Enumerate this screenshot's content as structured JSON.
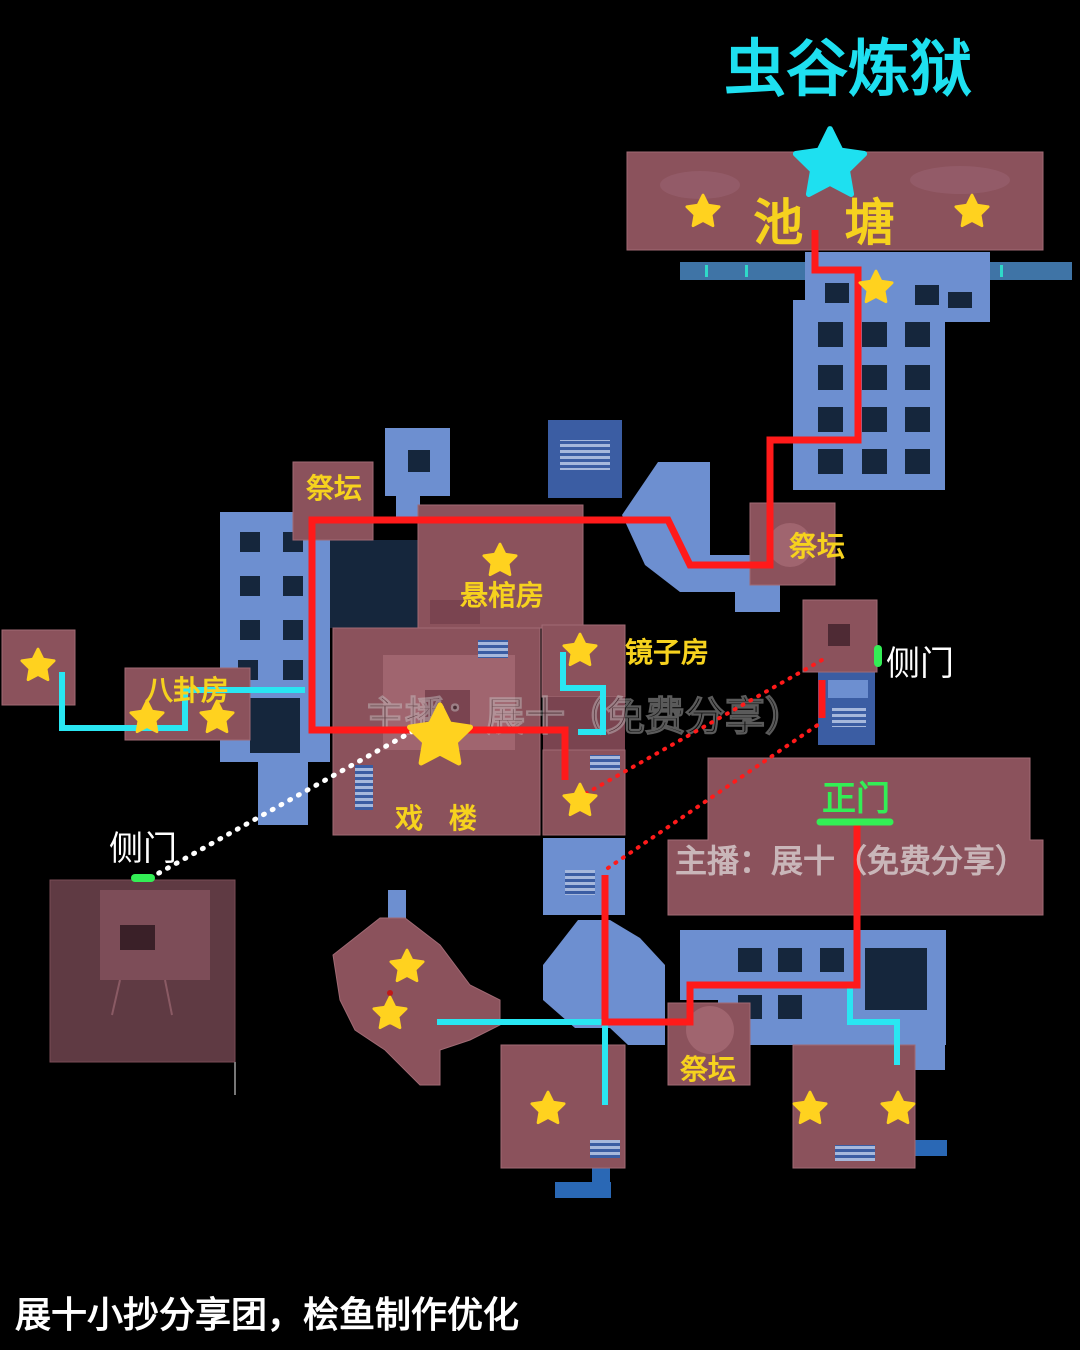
{
  "title": "虫谷炼狱",
  "rooms": {
    "pond": "池 塘",
    "altar_top_left": "祭坛",
    "altar_right": "祭坛",
    "altar_bottom": "祭坛",
    "hanging_coffin": "悬棺房",
    "mirror": "镜子房",
    "bagua": "八卦房",
    "theater": "戏 楼"
  },
  "doors": {
    "side_door_right": "侧门",
    "side_door_left": "侧门",
    "main_door": "正门"
  },
  "watermark": "主播：展十（免费分享）",
  "watermark_center": "主播：展十（免费分享）",
  "footer": "展十小抄分享团，桧鱼制作优化",
  "icons": {
    "star": "star-icon",
    "goal_star": "goal-star-icon"
  },
  "colors": {
    "background": "#000000",
    "title": "#1ee0f0",
    "label": "#f6d21e",
    "door_label": "#ffffff",
    "main_door": "#33ee55",
    "route_red": "#ff1a1a",
    "route_cyan": "#29e6f2",
    "route_white": "#ffffff",
    "star": "#ffd21f",
    "goal_star": "#1ee0f0",
    "room": "#8b525c",
    "corridor": "#6d8fd0"
  }
}
